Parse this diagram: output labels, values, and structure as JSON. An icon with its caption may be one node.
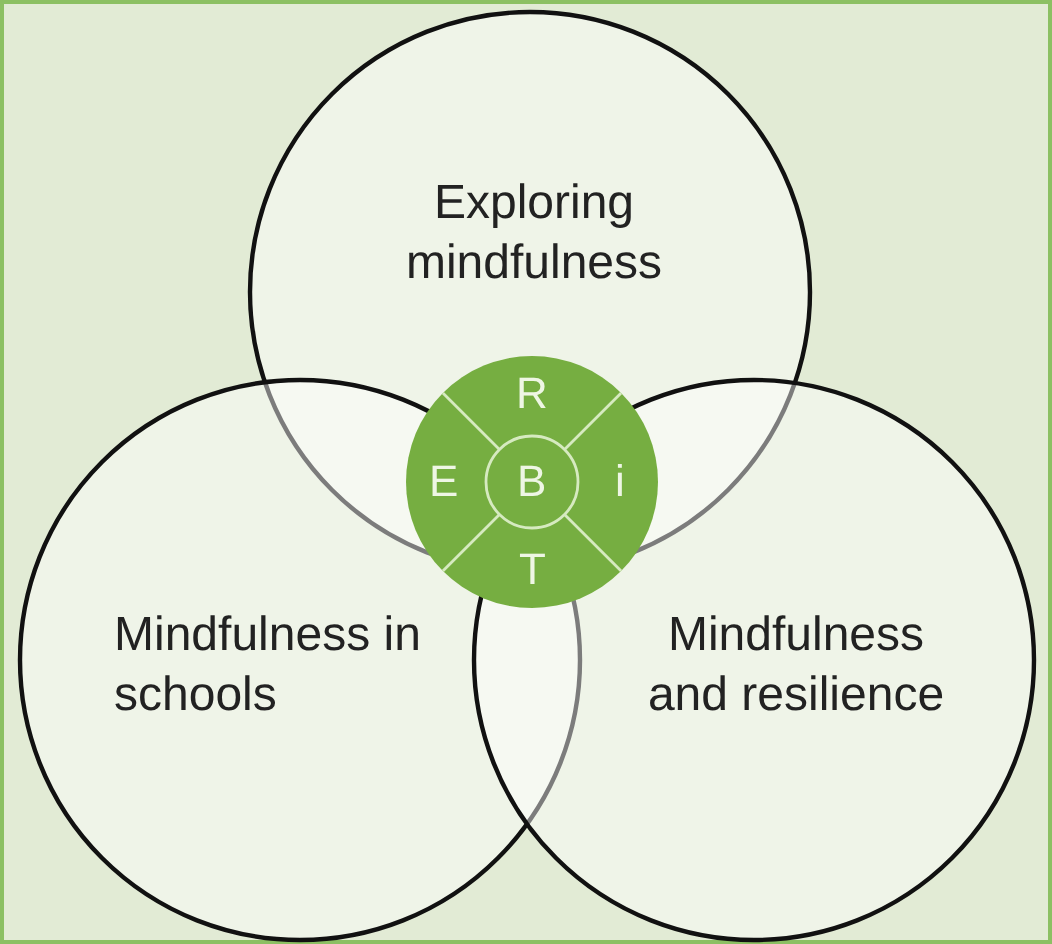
{
  "diagram": {
    "nodes": [
      {
        "text": [
          "Exploring mindfulness"
        ]
      },
      {
        "text": [
          "R",
          "E",
          "B",
          "i",
          "T"
        ]
      },
      {
        "text": [
          "Mindfulness in schools"
        ]
      },
      {
        "text": [
          "Mindfulness and resilience"
        ]
      }
    ]
  }
}
